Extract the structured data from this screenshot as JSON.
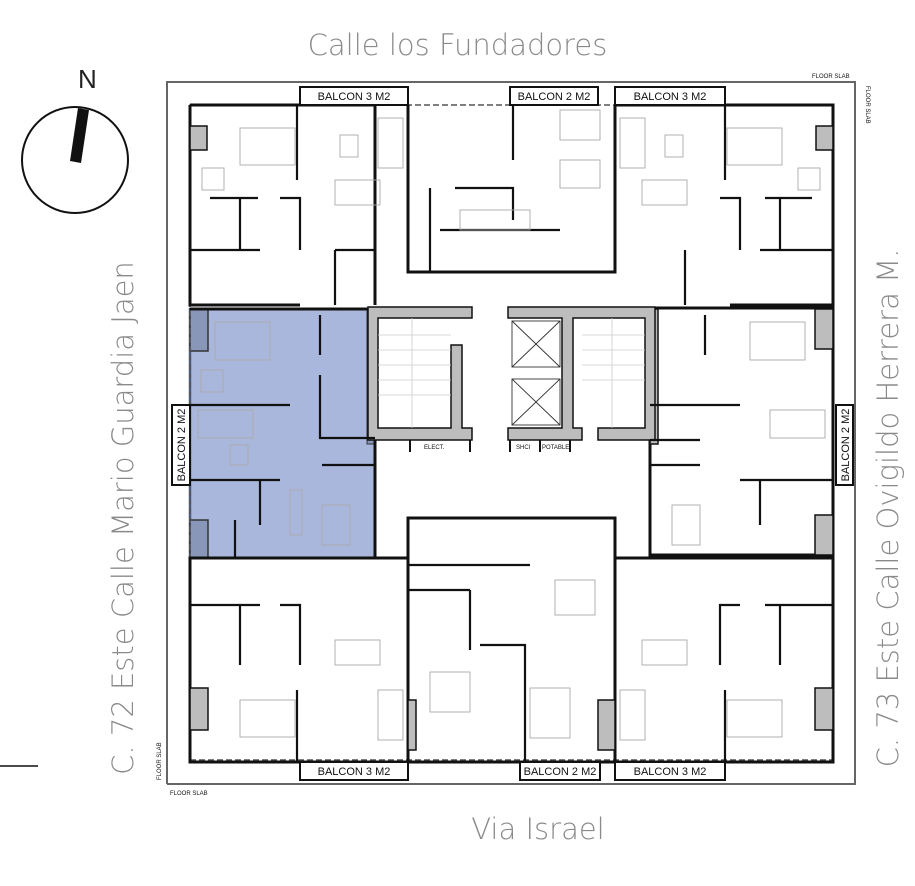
{
  "streets": {
    "top": "Calle los Fundadores",
    "bottom": "Via Israel",
    "left": "C. 72 Este Calle Mario Guardia Jaen",
    "right": "C. 73 Este Calle Ovigildo Herrera M."
  },
  "compass": {
    "label": "N"
  },
  "slab_labels": {
    "top": "FLOOR SLAB",
    "right": "FLOOR SLAB",
    "bottom": "FLOOR SLAB",
    "left": "FLOOR SLAB"
  },
  "balconies": {
    "top_left": "BALCON 3 M2",
    "top_middle": "BALCON 2 M2",
    "top_right": "BALCON 3 M2",
    "left_middle": "BALCON 2 M2",
    "right_middle": "BALCON 2 M2",
    "bottom_left": "BALCON 3 M2",
    "bottom_middle": "BALCON 2 M2",
    "bottom_right": "BALCON 3 M2"
  },
  "core_labels": {
    "elect": "ELECT.",
    "shci": "SHCI",
    "potable": "POTABLE"
  },
  "colors": {
    "highlight_fill": "#a9b7dc",
    "highlight_stroke": "#4b5b82",
    "street_text": "#8a8a8a"
  }
}
